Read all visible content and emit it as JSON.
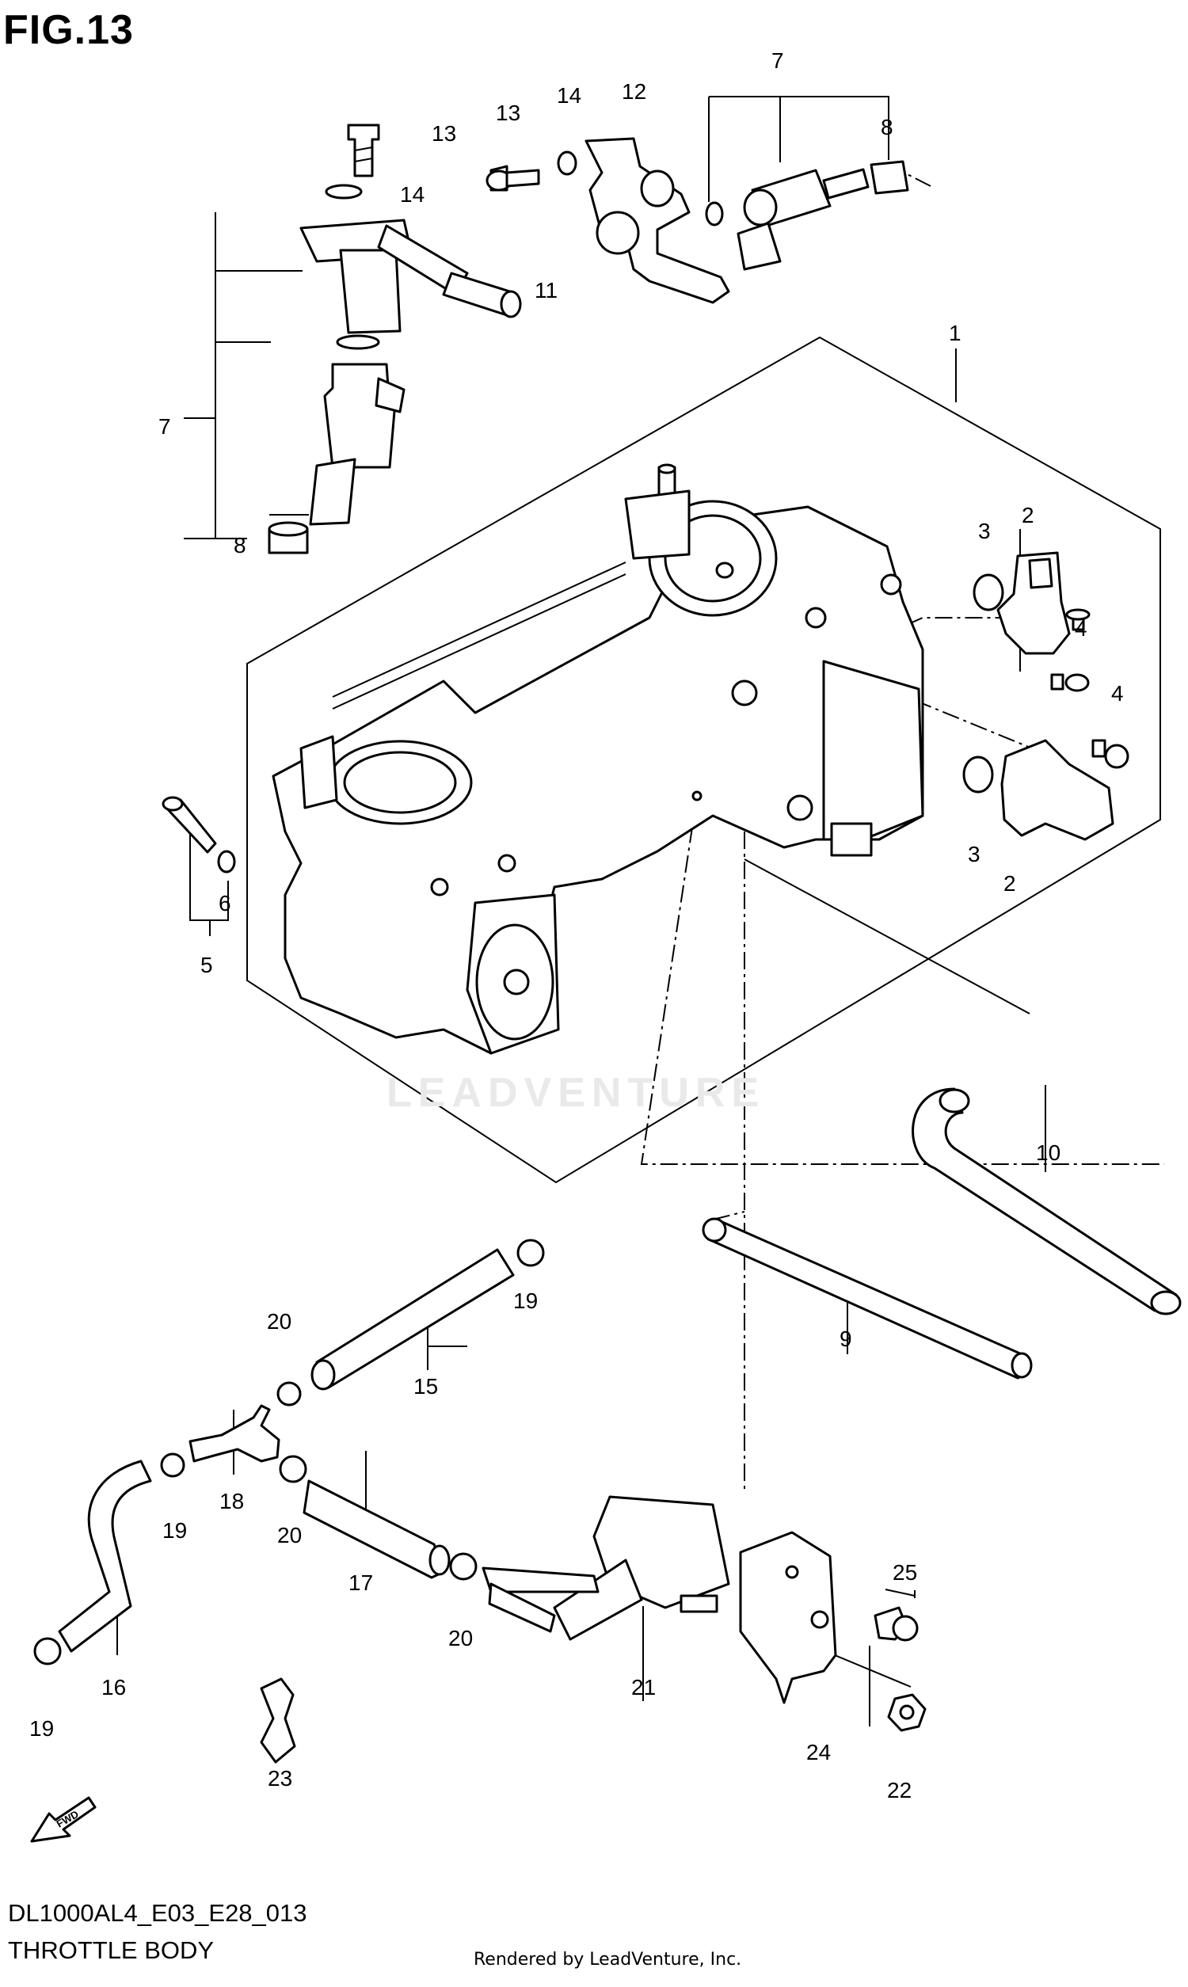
{
  "figure": {
    "title": "FIG.13",
    "code": "DL1000AL4_E03_E28_013",
    "name": "THROTTLE BODY",
    "rendered_by": "Rendered by LeadVenture, Inc.",
    "watermark": "LEADVENTURE",
    "fwd_label": "FWD"
  },
  "callouts": [
    {
      "id": "c13a",
      "text": "13"
    },
    {
      "id": "c14a",
      "text": "14"
    },
    {
      "id": "c11",
      "text": "11"
    },
    {
      "id": "c7a",
      "text": "7"
    },
    {
      "id": "c8a",
      "text": "8"
    },
    {
      "id": "c13b",
      "text": "13"
    },
    {
      "id": "c14b",
      "text": "14"
    },
    {
      "id": "c12",
      "text": "12"
    },
    {
      "id": "c7b",
      "text": "7"
    },
    {
      "id": "c8b",
      "text": "8"
    },
    {
      "id": "c1",
      "text": "1"
    },
    {
      "id": "c3a",
      "text": "3"
    },
    {
      "id": "c2a",
      "text": "2"
    },
    {
      "id": "c4a",
      "text": "4"
    },
    {
      "id": "c4b",
      "text": "4"
    },
    {
      "id": "c3b",
      "text": "3"
    },
    {
      "id": "c2b",
      "text": "2"
    },
    {
      "id": "c6",
      "text": "6"
    },
    {
      "id": "c5",
      "text": "5"
    },
    {
      "id": "c10",
      "text": "10"
    },
    {
      "id": "c19a",
      "text": "19"
    },
    {
      "id": "c9",
      "text": "9"
    },
    {
      "id": "c20a",
      "text": "20"
    },
    {
      "id": "c15",
      "text": "15"
    },
    {
      "id": "c18",
      "text": "18"
    },
    {
      "id": "c19b",
      "text": "19"
    },
    {
      "id": "c20b",
      "text": "20"
    },
    {
      "id": "c17",
      "text": "17"
    },
    {
      "id": "c20c",
      "text": "20"
    },
    {
      "id": "c16",
      "text": "16"
    },
    {
      "id": "c19c",
      "text": "19"
    },
    {
      "id": "c21",
      "text": "21"
    },
    {
      "id": "c25",
      "text": "25"
    },
    {
      "id": "c24",
      "text": "24"
    },
    {
      "id": "c22",
      "text": "22"
    },
    {
      "id": "c23",
      "text": "23"
    }
  ]
}
